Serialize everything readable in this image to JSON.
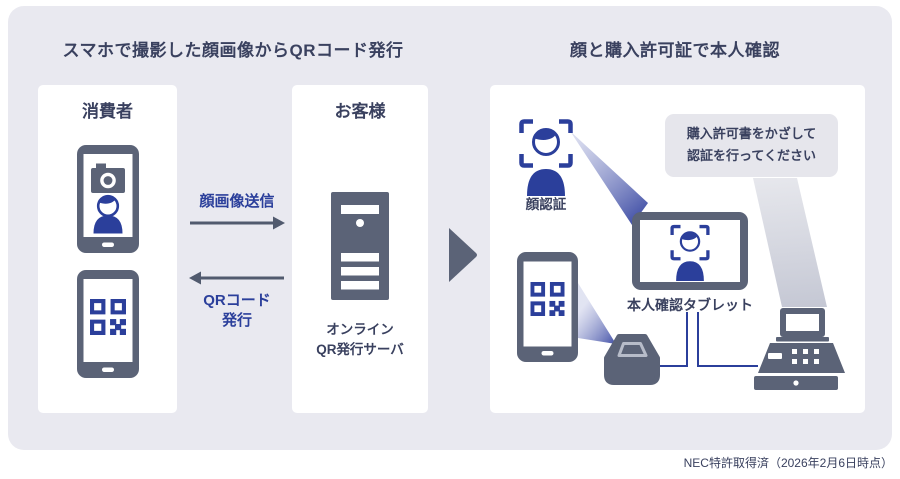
{
  "titles": {
    "left": "スマホで撮影した顔画像からQRコード発行",
    "right": "顔と購入許可証で本人確認"
  },
  "panels": {
    "consumer": {
      "title": "消費者"
    },
    "customer": {
      "title": "お客様",
      "server_label": [
        "オンライン",
        "QR発行サーバ"
      ]
    },
    "verification": {
      "face_auth_label": "顔認証",
      "tablet_label": "本人確認タブレット",
      "bubble": [
        "購入許可書をかざして",
        "認証を行ってください"
      ]
    }
  },
  "flow": {
    "send_label": "顔画像送信",
    "issue_label": [
      "QRコード",
      "発行"
    ]
  },
  "footer": "NEC特許取得済（2026年2月6日時点）",
  "icons": {
    "smartphone-camera-icon": "phone with camera and person",
    "smartphone-qr-icon": "phone showing QR code",
    "server-icon": "online QR issuing server tower",
    "arrow-right-icon": "face image send arrow",
    "arrow-left-icon": "QR code issue arrow",
    "flow-triangle-icon": "section transition arrow",
    "face-auth-icon": "face in scan brackets",
    "tablet-icon": "identity verification tablet",
    "qr-scanner-icon": "QR reader device",
    "cash-register-icon": "POS register with display"
  },
  "colors": {
    "background": "#ffffff",
    "diagram_bg": "#e9e9f0",
    "panel_bg": "#ffffff",
    "slate": "#5b6377",
    "blue": "#2b3f9b",
    "text_navy": "#3a415f",
    "bubble_bg": "#e6e6ec"
  }
}
